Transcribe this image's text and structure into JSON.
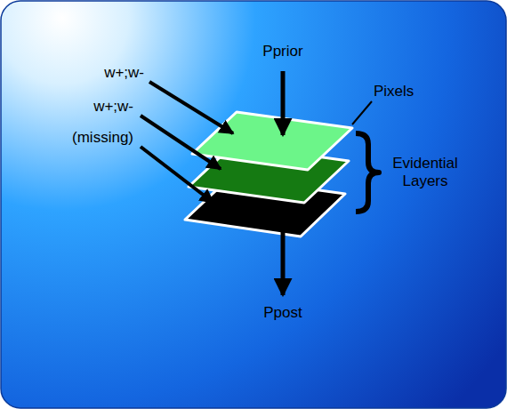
{
  "diagram": {
    "labels": [
      "Pprior",
      "w+;w-",
      "w+;w-",
      "(missing)",
      "Pixels",
      "Evidential Layers",
      "Ppost"
    ]
  }
}
